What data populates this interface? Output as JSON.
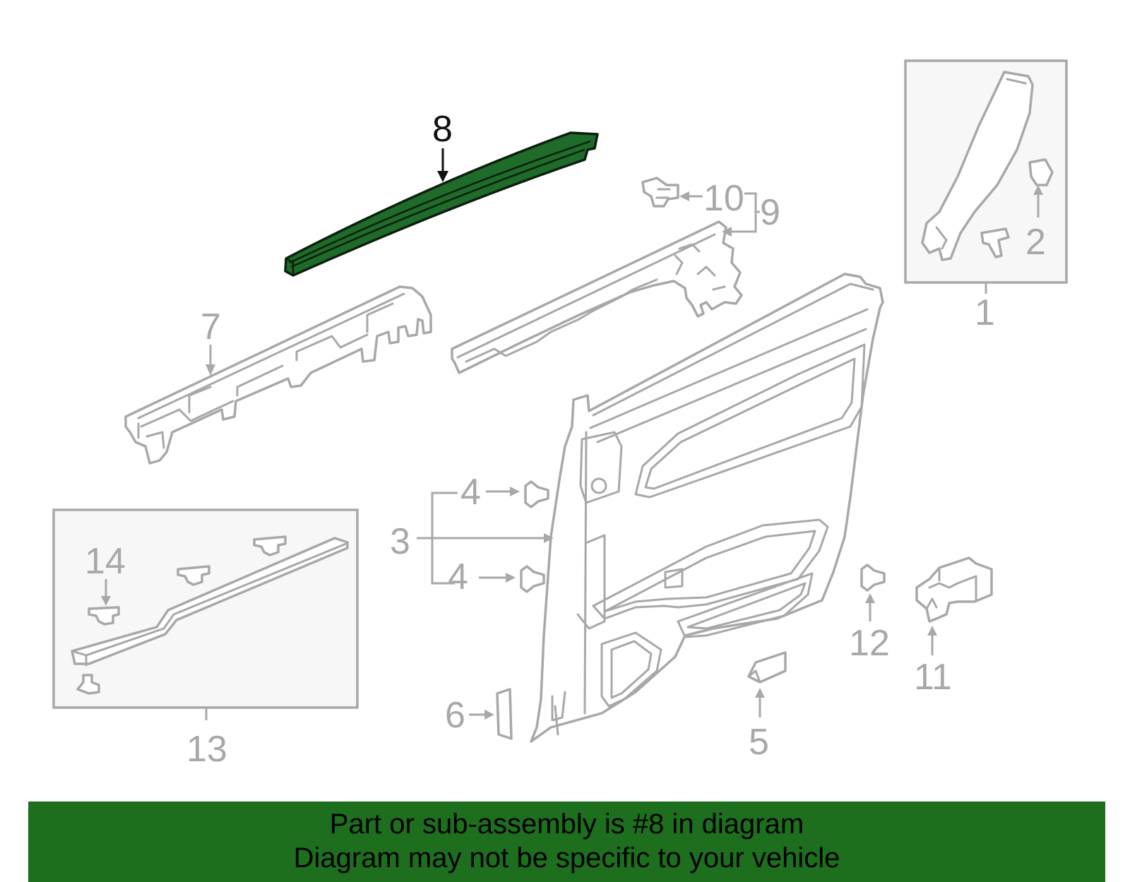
{
  "highlight_color": "#1d6f1e",
  "highlighted_part": "8",
  "callouts": {
    "c1": "1",
    "c2": "2",
    "c3": "3",
    "c4a": "4",
    "c4b": "4",
    "c5": "5",
    "c6": "6",
    "c7": "7",
    "c8": "8",
    "c9": "9",
    "c10": "10",
    "c11": "11",
    "c12": "12",
    "c13": "13",
    "c14": "14"
  },
  "banner": {
    "line1": "Part or sub-assembly is #8 in diagram",
    "line2": "Diagram may not be specific to your vehicle"
  }
}
